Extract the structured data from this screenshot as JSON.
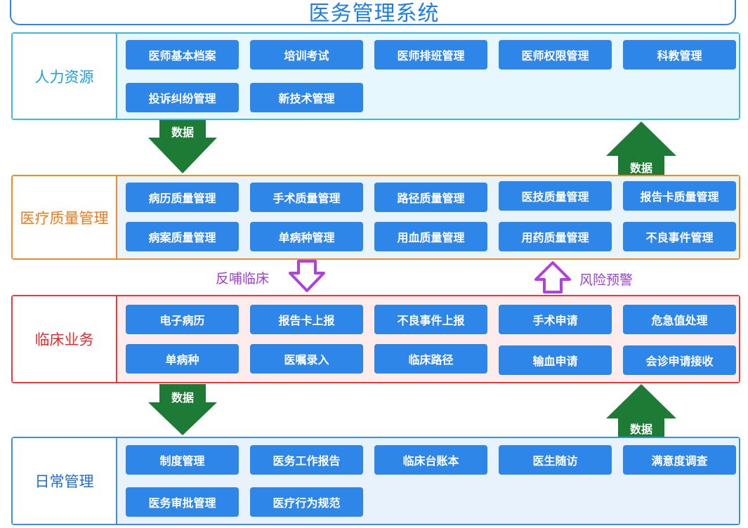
{
  "title": "医务管理系统",
  "sections": [
    {
      "label": "人力资源",
      "buttons": [
        [
          "医师基本档案",
          "培训考试",
          "医师排班管理",
          "医师权限管理",
          "科教管理"
        ],
        [
          "投诉纠纷管理",
          "新技术管理"
        ]
      ]
    },
    {
      "label": "医疗质量管理",
      "buttons": [
        [
          "病历质量管理",
          "手术质量管理",
          "路径质量管理",
          "医技质量管理",
          "报告卡质量管理"
        ],
        [
          "病案质量管理",
          "单病种管理",
          "用血质量管理",
          "用药质量管理",
          "不良事件管理"
        ]
      ]
    },
    {
      "label": "临床业务",
      "buttons": [
        [
          "电子病历",
          "报告卡上报",
          "不良事件上报",
          "手术申请",
          "危急值处理"
        ],
        [
          "单病种",
          "医嘱录入",
          "临床路径",
          "输血申请",
          "会诊申请接收"
        ]
      ]
    },
    {
      "label": "日常管理",
      "buttons": [
        [
          "制度管理",
          "医务工作报告",
          "临床台账本",
          "医生随访",
          "满意度调查"
        ],
        [
          "医务审批管理",
          "医疗行为规范"
        ]
      ]
    }
  ],
  "arrows": {
    "data_label": "数据",
    "feedback_label": "反哺临床",
    "risk_label": "风险预警"
  },
  "colors": {
    "title": "#1b7fe6",
    "button": "#2e86e8",
    "human_border": "#3ab8e8",
    "human_fill": "#e6f7fd",
    "quality_border": "#f08a24",
    "quality_fill": "#e8f3fc",
    "clinical_border": "#e8383d",
    "clinical_fill": "#fdeceb",
    "daily_border": "#3a8fe0",
    "daily_fill": "#e8f2fc",
    "green_arrow": "#1e7b35",
    "purple_arrow": "#b040e0"
  }
}
